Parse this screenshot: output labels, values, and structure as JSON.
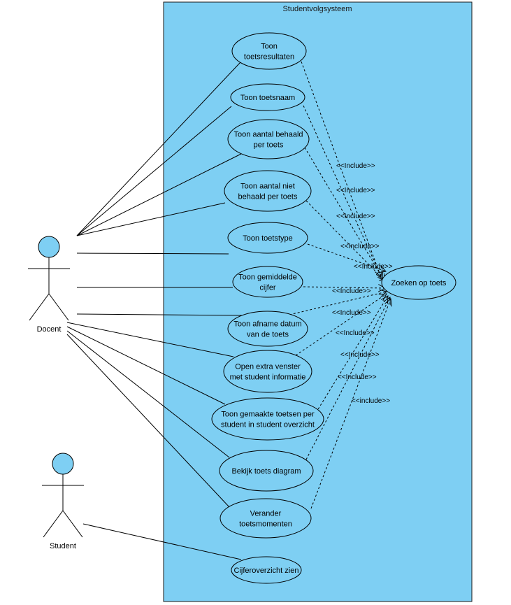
{
  "colors": {
    "system_fill": "#7ecff3",
    "system_stroke": "#1a1a1a",
    "usecase_fill": "#7ecff3",
    "actor_head_fill": "#7ecff3",
    "line": "#000000"
  },
  "system": {
    "title": "Studentvolgsysteem"
  },
  "actors": [
    {
      "id": "docent",
      "label": "Docent"
    },
    {
      "id": "student",
      "label": "Student"
    }
  ],
  "usecases": [
    {
      "id": "uc-toetsresultaten",
      "lines": [
        "Toon",
        "toetsresultaten"
      ]
    },
    {
      "id": "uc-toetsnaam",
      "lines": [
        "Toon toetsnaam"
      ]
    },
    {
      "id": "uc-behaald",
      "lines": [
        "Toon aantal behaald",
        "per toets"
      ]
    },
    {
      "id": "uc-niet-behaald",
      "lines": [
        "Toon aantal niet",
        "behaald per toets"
      ]
    },
    {
      "id": "uc-toetstype",
      "lines": [
        "Toon toetstype"
      ]
    },
    {
      "id": "uc-gemiddelde",
      "lines": [
        "Toon gemiddelde",
        "cijfer"
      ]
    },
    {
      "id": "uc-afname-datum",
      "lines": [
        "Toon afname datum",
        "van de toets"
      ]
    },
    {
      "id": "uc-extra-venster",
      "lines": [
        "Open extra venster",
        "met student informatie"
      ]
    },
    {
      "id": "uc-gemaakte-toetsen",
      "lines": [
        "Toon gemaakte toetsen per",
        "student in student overzicht"
      ]
    },
    {
      "id": "uc-diagram",
      "lines": [
        "Bekijk toets diagram"
      ]
    },
    {
      "id": "uc-toetsmomenten",
      "lines": [
        "Verander",
        "toetsmomenten"
      ]
    },
    {
      "id": "uc-cijferoverzicht",
      "lines": [
        "Cijferoverzicht zien"
      ]
    },
    {
      "id": "uc-zoeken",
      "lines": [
        "Zoeken op toets"
      ]
    }
  ],
  "associations": [
    {
      "actor": "docent",
      "usecase": "uc-toetsresultaten"
    },
    {
      "actor": "docent",
      "usecase": "uc-toetsnaam"
    },
    {
      "actor": "docent",
      "usecase": "uc-behaald"
    },
    {
      "actor": "docent",
      "usecase": "uc-niet-behaald"
    },
    {
      "actor": "docent",
      "usecase": "uc-toetstype"
    },
    {
      "actor": "docent",
      "usecase": "uc-gemiddelde"
    },
    {
      "actor": "docent",
      "usecase": "uc-afname-datum"
    },
    {
      "actor": "docent",
      "usecase": "uc-extra-venster"
    },
    {
      "actor": "docent",
      "usecase": "uc-gemaakte-toetsen"
    },
    {
      "actor": "docent",
      "usecase": "uc-diagram"
    },
    {
      "actor": "docent",
      "usecase": "uc-toetsmomenten"
    },
    {
      "actor": "student",
      "usecase": "uc-cijferoverzicht"
    }
  ],
  "includes": [
    {
      "from": "uc-toetsresultaten",
      "to": "uc-zoeken",
      "label": "<<Include>>"
    },
    {
      "from": "uc-toetsnaam",
      "to": "uc-zoeken",
      "label": "<<Include>>"
    },
    {
      "from": "uc-behaald",
      "to": "uc-zoeken",
      "label": "<<Include>>"
    },
    {
      "from": "uc-niet-behaald",
      "to": "uc-zoeken",
      "label": "<<Include>>"
    },
    {
      "from": "uc-toetstype",
      "to": "uc-zoeken",
      "label": "<<Include>>"
    },
    {
      "from": "uc-gemiddelde",
      "to": "uc-zoeken",
      "label": "<<Include>>"
    },
    {
      "from": "uc-afname-datum",
      "to": "uc-zoeken",
      "label": "<<Include>>"
    },
    {
      "from": "uc-extra-venster",
      "to": "uc-zoeken",
      "label": "<<Include>>"
    },
    {
      "from": "uc-gemaakte-toetsen",
      "to": "uc-zoeken",
      "label": "<<Include>>"
    },
    {
      "from": "uc-diagram",
      "to": "uc-zoeken",
      "label": "<<Include>>"
    },
    {
      "from": "uc-toetsmomenten",
      "to": "uc-zoeken",
      "label": "<<include>>"
    }
  ]
}
